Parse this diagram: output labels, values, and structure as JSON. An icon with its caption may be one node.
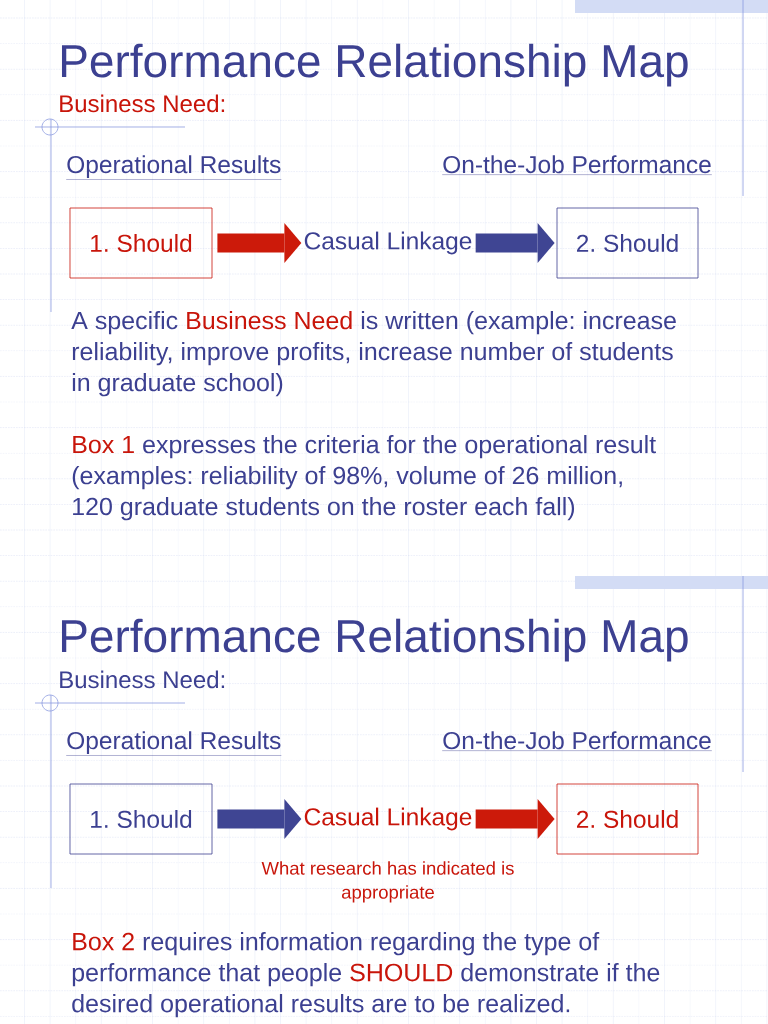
{
  "diagram": {
    "title": "Performance Relationship Map",
    "nodes": [
      {
        "text": [
          "1. Should"
        ]
      },
      {
        "text": [
          "Casual Linkage"
        ]
      },
      {
        "text": [
          "2. Should"
        ]
      },
      {
        "text": [
          "1. Should"
        ]
      },
      {
        "text": [
          "Casual Linkage"
        ],
        "beside": [
          "What research has indicated is appropriate"
        ]
      },
      {
        "text": [
          "2. Should"
        ]
      }
    ],
    "edges": [
      {
        "from": 0,
        "to": 1,
        "arrow": "to",
        "color": "#cc1a0a"
      },
      {
        "from": 1,
        "to": 2,
        "arrow": "to",
        "color": "#3f4593"
      },
      {
        "from": 3,
        "to": 4,
        "arrow": "to",
        "color": "#3f4593"
      },
      {
        "from": 4,
        "to": 5,
        "arrow": "to",
        "color": "#cc1a0a"
      }
    ],
    "labels": [
      "Business Need:",
      "Operational Results",
      "On-the-Job Performance",
      "A specific Business Need is written (example: increase reliability, improve profits, increase number of students in graduate school)",
      "Box 1 expresses the criteria for the operational result (examples: reliability of 98%, volume of 26 million, 120 graduate students on the roster each fall)",
      "Performance Relationship Map",
      "Business Need:",
      "Operational Results",
      "On-the-Job Performance",
      "Box 2 requires information regarding the type of performance that people SHOULD demonstrate if the desired operational results are to be realized."
    ]
  }
}
